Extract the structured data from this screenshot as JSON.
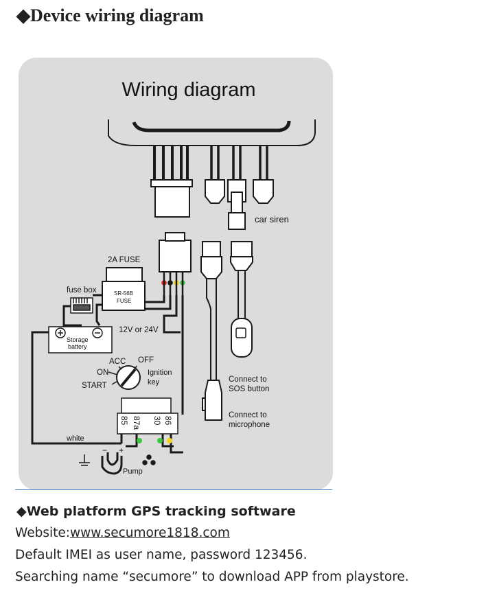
{
  "section1": {
    "bullet": "◆",
    "title": "Device wiring diagram"
  },
  "diagram": {
    "title": "Wiring diagram",
    "labels": {
      "car_siren": "car siren",
      "fuse_2a": "2A FUSE",
      "fuse_box": "fuse box",
      "fuse_part_top": "SR-56B",
      "fuse_part_bottom": "FUSE",
      "voltage": "12V or 24V",
      "battery_top": "Storage",
      "battery_bottom": "battery",
      "acc": "ACC",
      "off": "OFF",
      "on": "ON",
      "start": "START",
      "ignition_top": "Ignition",
      "ignition_bottom": "key",
      "sos_top": "Connect to",
      "sos_bottom": "SOS button",
      "mic_top": "Connect to",
      "mic_bottom": "microphone",
      "relay_85": "85",
      "relay_87a": "87a",
      "relay_30": "30",
      "relay_86": "86",
      "white": "white",
      "pump": "Pump",
      "plus": "+",
      "minus": "−"
    },
    "colors": {
      "background": "#dcdcdc",
      "wire": "#1a1a1a",
      "led_red": "#e8231e",
      "led_black": "#111111",
      "led_yellow": "#f2d21a",
      "led_green": "#3cc83c"
    }
  },
  "section2": {
    "bullet": "◆",
    "title": "Web platform GPS tracking software",
    "website_label": "Website:",
    "website_url": "www.secumore1818.com",
    "line2": "Default IMEI as user name, password 123456.",
    "line3": "Searching name “secumore” to download APP from playstore."
  }
}
